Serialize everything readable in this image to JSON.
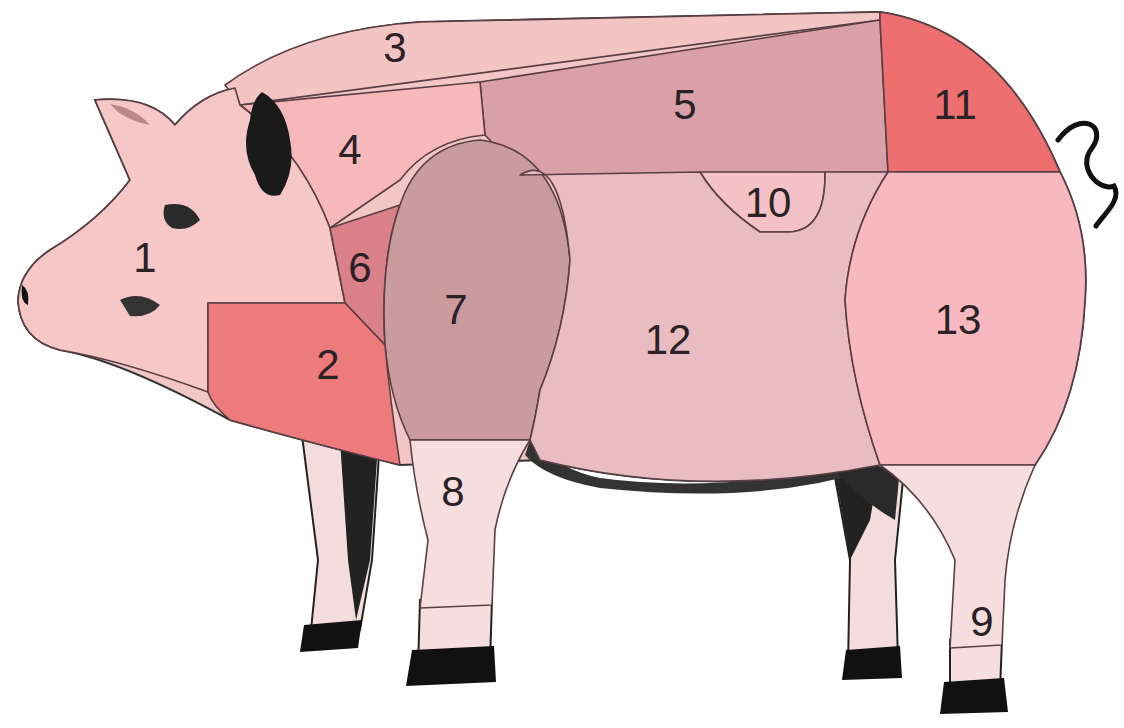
{
  "diagram": {
    "nodes": [
      {
        "text": [
          "3"
        ]
      },
      {
        "text": [
          "5"
        ]
      },
      {
        "text": [
          "11"
        ]
      },
      {
        "text": [
          "4"
        ]
      },
      {
        "text": [
          "10"
        ]
      },
      {
        "text": [
          "1"
        ]
      },
      {
        "text": [
          "6"
        ]
      },
      {
        "text": [
          "7"
        ]
      },
      {
        "text": [
          "12"
        ]
      },
      {
        "text": [
          "13"
        ]
      },
      {
        "text": [
          "2"
        ]
      },
      {
        "text": [
          "8"
        ]
      },
      {
        "text": [
          "9"
        ]
      }
    ]
  }
}
